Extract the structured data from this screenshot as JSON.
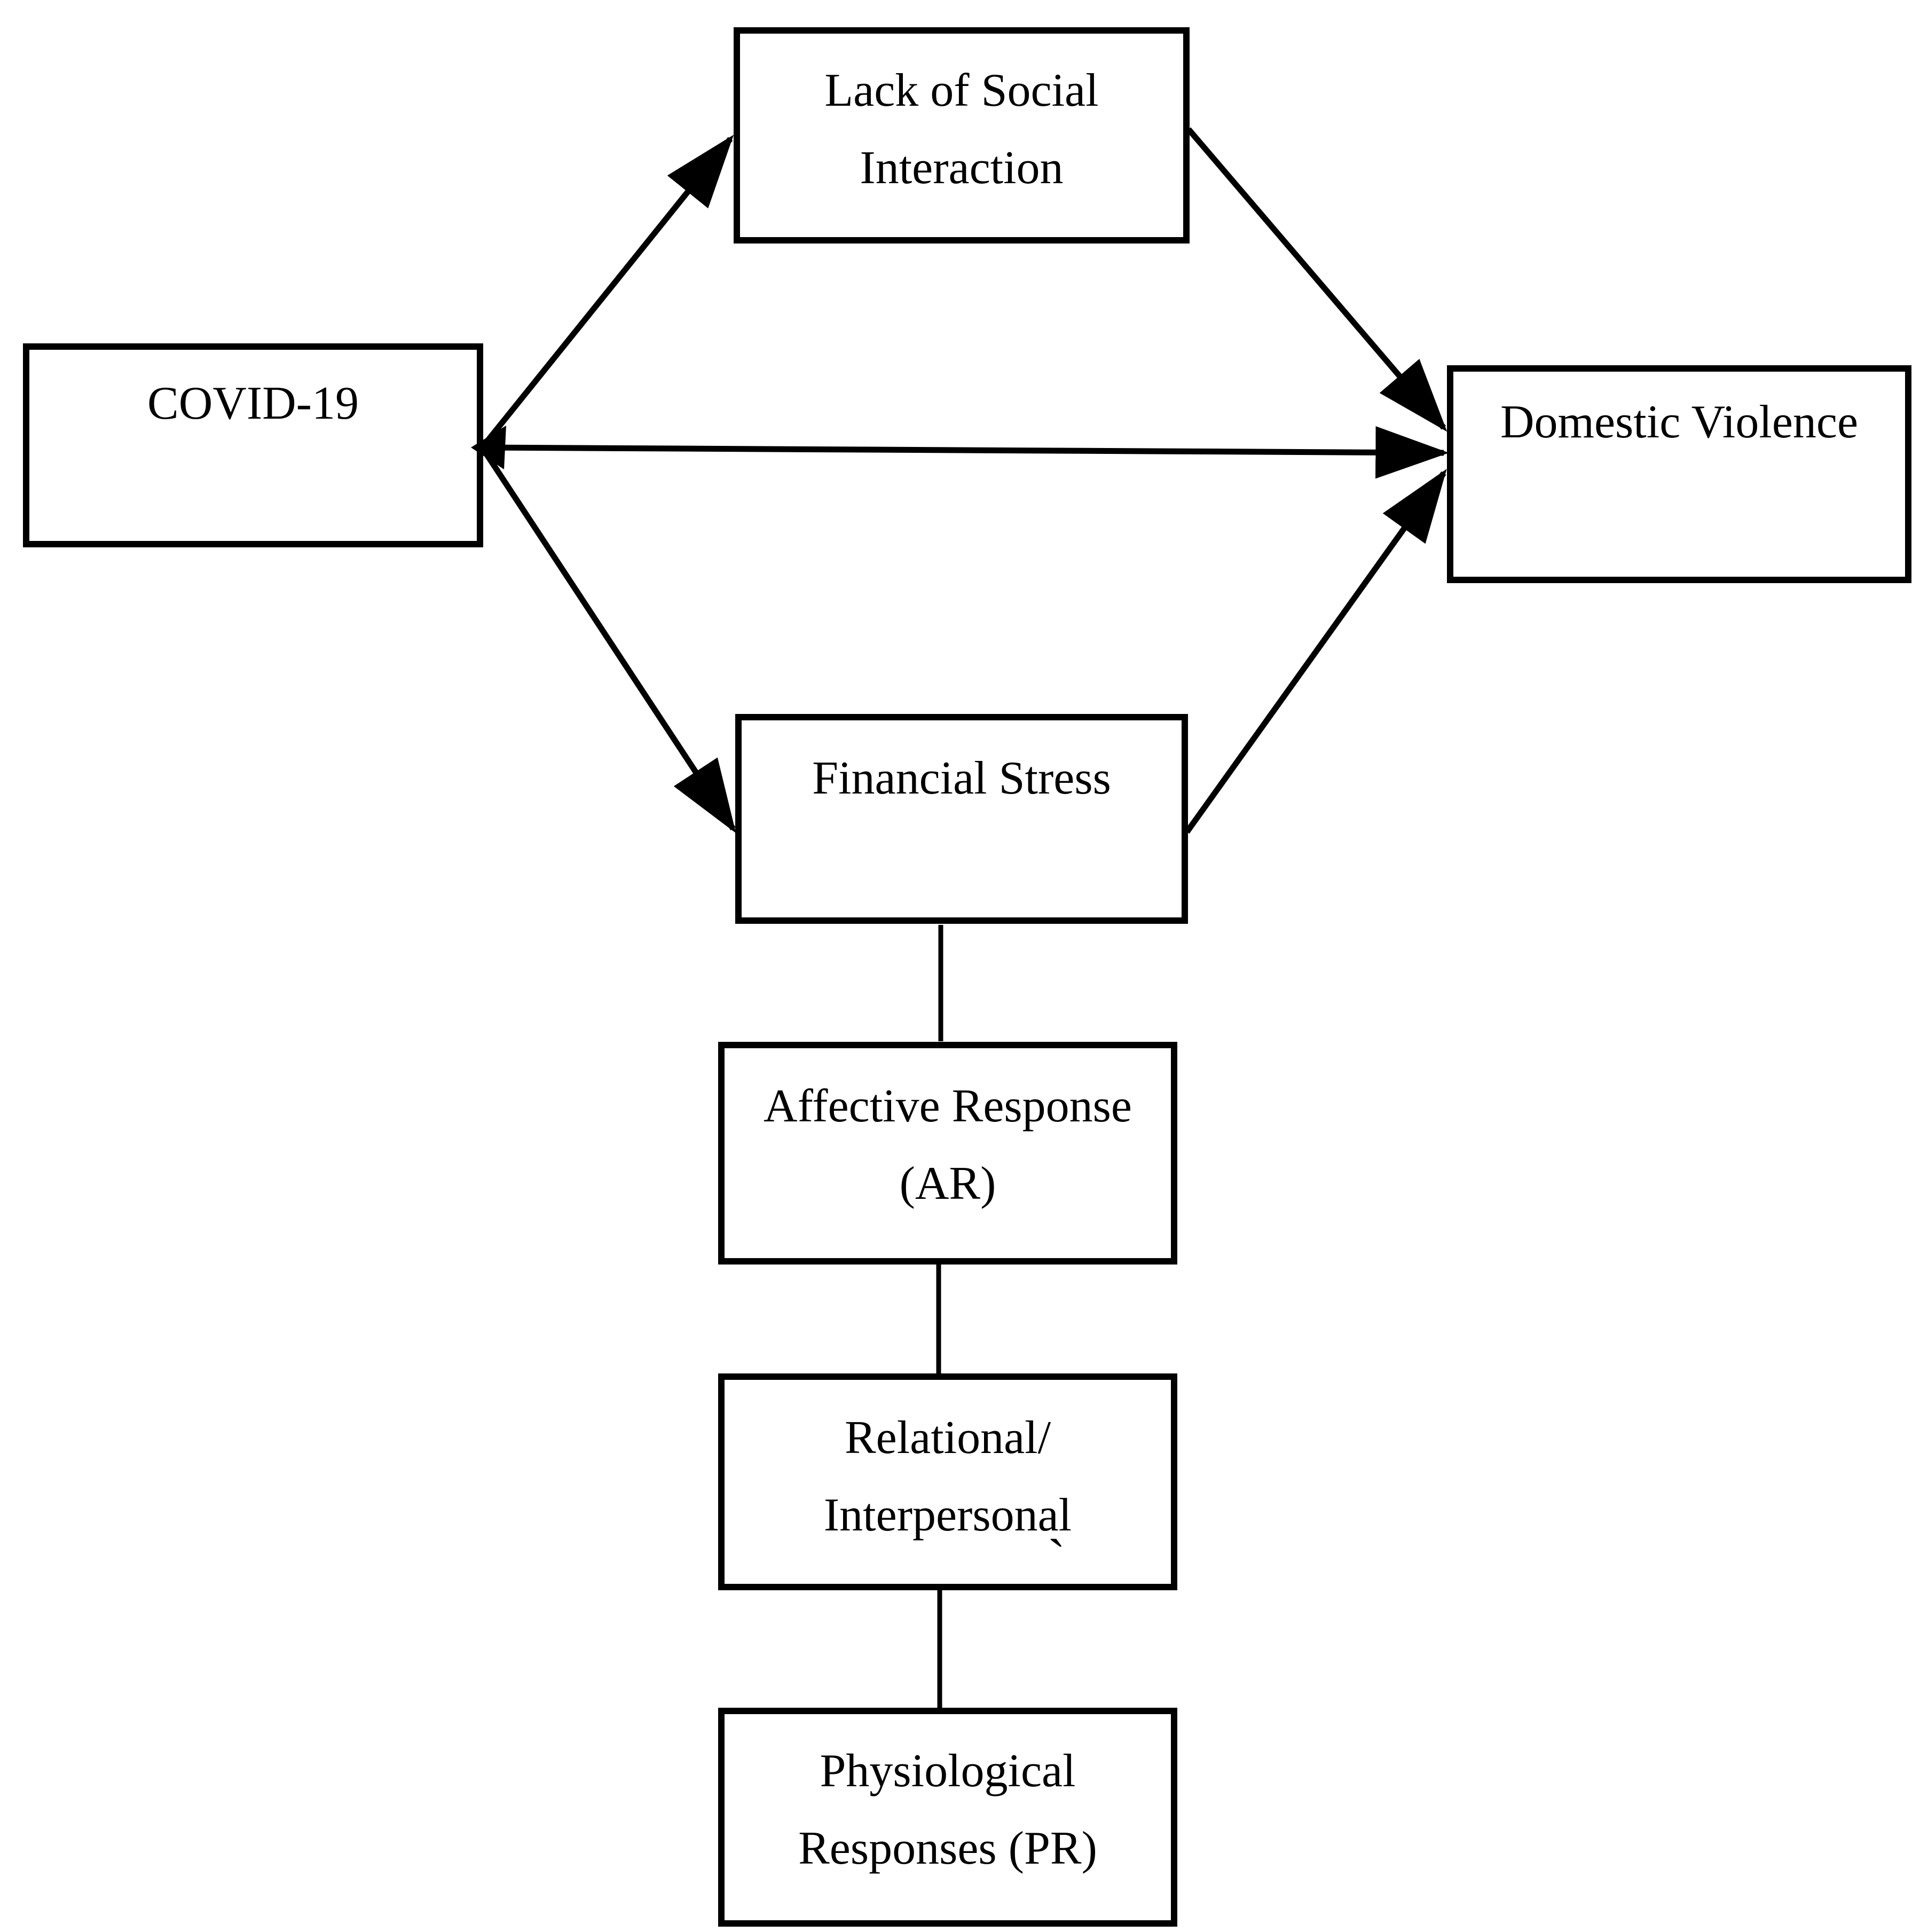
{
  "diagram": {
    "background_color": "#ffffff",
    "line_color": "#000000",
    "box_fill": "#ffffff",
    "nodes": {
      "covid": {
        "label": "COVID-19",
        "lines": [
          "COVID-19"
        ]
      },
      "lack_social": {
        "label": "Lack of Social Interaction",
        "lines": [
          "Lack of Social",
          "Interaction"
        ]
      },
      "domestic_violence": {
        "label": "Domestic Violence",
        "lines": [
          "Domestic Violence"
        ]
      },
      "financial_stress": {
        "label": "Financial Stress",
        "lines": [
          "Financial Stress"
        ]
      },
      "affective_response": {
        "label": "Affective Response (AR)",
        "lines": [
          "Affective Response",
          "(AR)"
        ]
      },
      "relational": {
        "label": "Relational/ Interpersonal",
        "lines": [
          "Relational/",
          "Interpersonal"
        ]
      },
      "physiological": {
        "label": "Physiological Responses (PR)",
        "lines": [
          "Physiological",
          "Responses (PR)"
        ]
      }
    },
    "edges": [
      {
        "from": "COVID-19",
        "to": "Lack of Social Interaction",
        "style": "arrow"
      },
      {
        "from": "COVID-19",
        "to": "Domestic Violence",
        "style": "arrow"
      },
      {
        "from": "COVID-19",
        "to": "Financial Stress",
        "style": "arrow"
      },
      {
        "from": "Lack of Social Interaction",
        "to": "Domestic Violence",
        "style": "arrow"
      },
      {
        "from": "Financial Stress",
        "to": "Domestic Violence",
        "style": "arrow"
      },
      {
        "from": "Financial Stress",
        "to": "Affective Response (AR)",
        "style": "line"
      },
      {
        "from": "Affective Response (AR)",
        "to": "Relational/ Interpersonal",
        "style": "line"
      },
      {
        "from": "Relational/ Interpersonal",
        "to": "Physiological Responses (PR)",
        "style": "line"
      }
    ],
    "stray_mark": "`"
  }
}
